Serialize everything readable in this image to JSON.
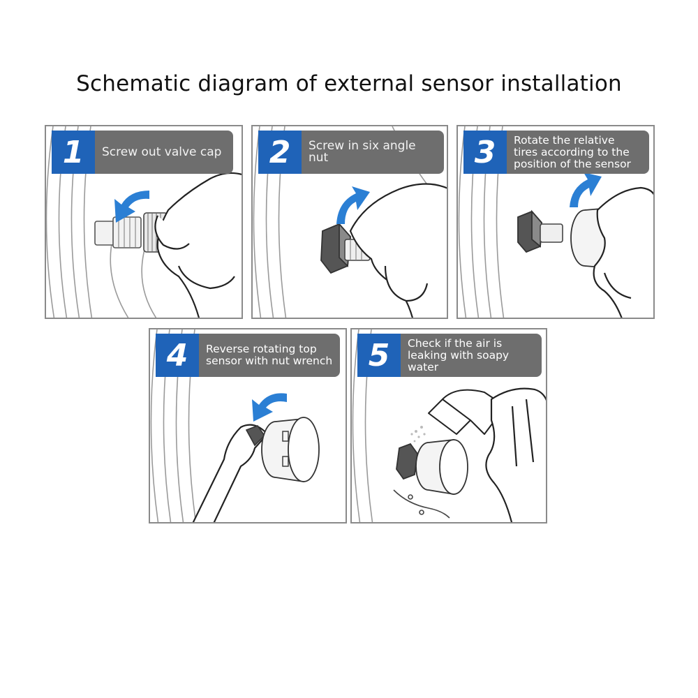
{
  "title": "Schematic diagram of external sensor installation",
  "steps": [
    {
      "number": "1",
      "text": "Screw out valve cap"
    },
    {
      "number": "2",
      "text": "Screw in six angle nut"
    },
    {
      "number": "3",
      "text": "Rotate the relative\ntires according to the\nposition of the sensor"
    },
    {
      "number": "4",
      "text": "Reverse rotating top\nsensor with nut wrench"
    },
    {
      "number": "5",
      "text": "Check if the air is\nleaking with soapy\nwater"
    }
  ],
  "colors": {
    "badge": "#1f63b8",
    "caption": "#6e6e6e",
    "arrow": "#2b7fd4"
  }
}
